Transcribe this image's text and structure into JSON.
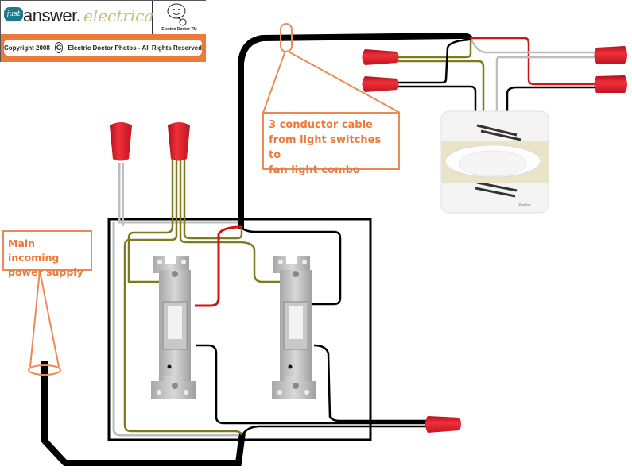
{
  "logo": {
    "just": "just",
    "answer": "answer.",
    "electrical": "electrical",
    "doctor_label": "Electric Doctor TM",
    "copyright_year": "Copyright 2008",
    "copyright_symbol": "C",
    "copyright_text": "Electric Doctor Photos - All Rights Reserved"
  },
  "callouts": {
    "cable": {
      "lines": [
        "3 conductor cable",
        "from light switches to",
        "fan light combo"
      ]
    },
    "power": {
      "lines": [
        "Main incoming",
        "power supply"
      ]
    }
  },
  "fixture": {
    "brand": "Xpelair"
  },
  "components": {
    "switches": [
      {
        "name": "switch-1"
      },
      {
        "name": "switch-2"
      }
    ],
    "wire_nuts": [
      "top-left-white",
      "top-left-ground",
      "fan-left-ground",
      "fan-left-black",
      "fan-right-white",
      "fan-right-red",
      "bottom-right-black"
    ]
  },
  "colors": {
    "accent_orange": "#ec7a3a",
    "wire_black": "#000000",
    "wire_white": "#bdbdbd",
    "wire_ground": "#7f7a1f",
    "wire_red": "#d0141a",
    "wire_nut": "#e8202a",
    "box_outline": "#000000"
  }
}
